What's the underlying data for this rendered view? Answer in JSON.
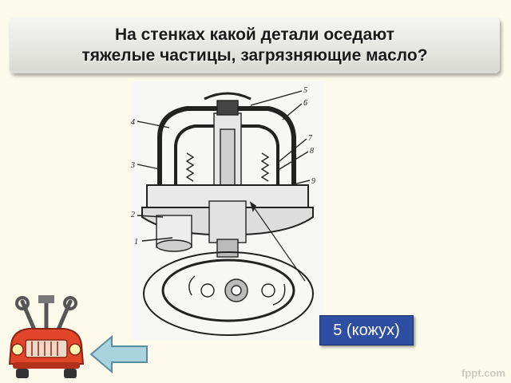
{
  "slide": {
    "title": "На  стенках  какой  детали  оседают\nтяжелые частицы, загрязняющие масло?"
  },
  "diagram": {
    "callouts": [
      "5",
      "6",
      "4",
      "7",
      "8",
      "3",
      "9",
      "2",
      "1"
    ]
  },
  "answer": {
    "label": "5 (кожух)"
  },
  "watermark": "fppt.com",
  "colors": {
    "background": "#fbfaeb",
    "title_bar": "#e3e3de",
    "answer_bg": "#2e4fa1",
    "arrow_fill": "#a9d3dc"
  },
  "icons": {
    "back": "back-arrow-icon",
    "logo": "car-with-tools-icon"
  }
}
